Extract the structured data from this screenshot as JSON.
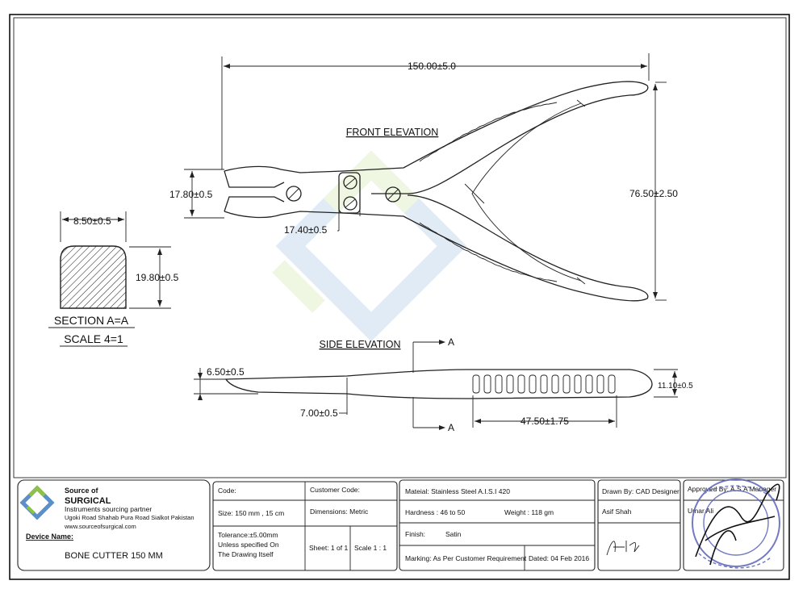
{
  "views": {
    "front_elevation": "FRONT ELEVATION",
    "side_elevation": "SIDE ELEVATION",
    "section_title": "SECTION A=A",
    "section_scale": "SCALE 4=1"
  },
  "dimensions": {
    "overall_length": "150.00±5.0",
    "jaw_height": "17.80±0.5",
    "joint_width": "17.40±0.5",
    "handle_spread": "76.50±2.50",
    "section_width": "8.50±0.5",
    "section_height": "19.80±0.5",
    "tip_thickness": "6.50±0.5",
    "joint_thickness": "7.00±0.5",
    "handle_thickness": "11.10±0.5",
    "grip_length": "47.50±1.75"
  },
  "section_marks": {
    "top": "A",
    "bottom": "A"
  },
  "title_block": {
    "company": {
      "source_of": "Source of",
      "surgical": "SURGICAL",
      "tagline": "Instruments sourcing partner",
      "address": "Ugoki Road Shahab Pura Road Sialkot Pakistan",
      "website": "www.sourceofsurgical.com",
      "device_name_label": "Device Name:",
      "device_name": "BONE CUTTER 150 MM"
    },
    "code_label": "Code:",
    "size": "Size:  150 mm , 15 cm",
    "tolerance_1": "Tolerance:±5.00mm",
    "tolerance_2": "Unless specified On",
    "tolerance_3": "The Drawing Itself",
    "customer_code": "Customer Code:",
    "dimensions_unit": "Dimensions: Metric",
    "sheet": "Sheet:  1 of 1",
    "scale": "Scale 1 : 1",
    "material": "Mateial: Stainless Steel A.I.S.I 420",
    "hardness": "Hardness :  46 to 50",
    "weight": "Weight  :  118 gm",
    "finish_label": "Finish:",
    "finish_value": "Satin",
    "marking": "Marking: As Per Customer Requirement",
    "dated": "Dated: 04 Feb 2016",
    "drawn_by": "Drawn By: CAD Designer",
    "drawn_name": "Asif Shah",
    "approved_by": "Approved By:  A.S.A Manager",
    "umar": "Umar Ali"
  },
  "colors": {
    "ink": "#111111",
    "watermark_blue": "#c9dcef",
    "watermark_green": "#e3efc9",
    "stamp": "#5a63b8"
  }
}
